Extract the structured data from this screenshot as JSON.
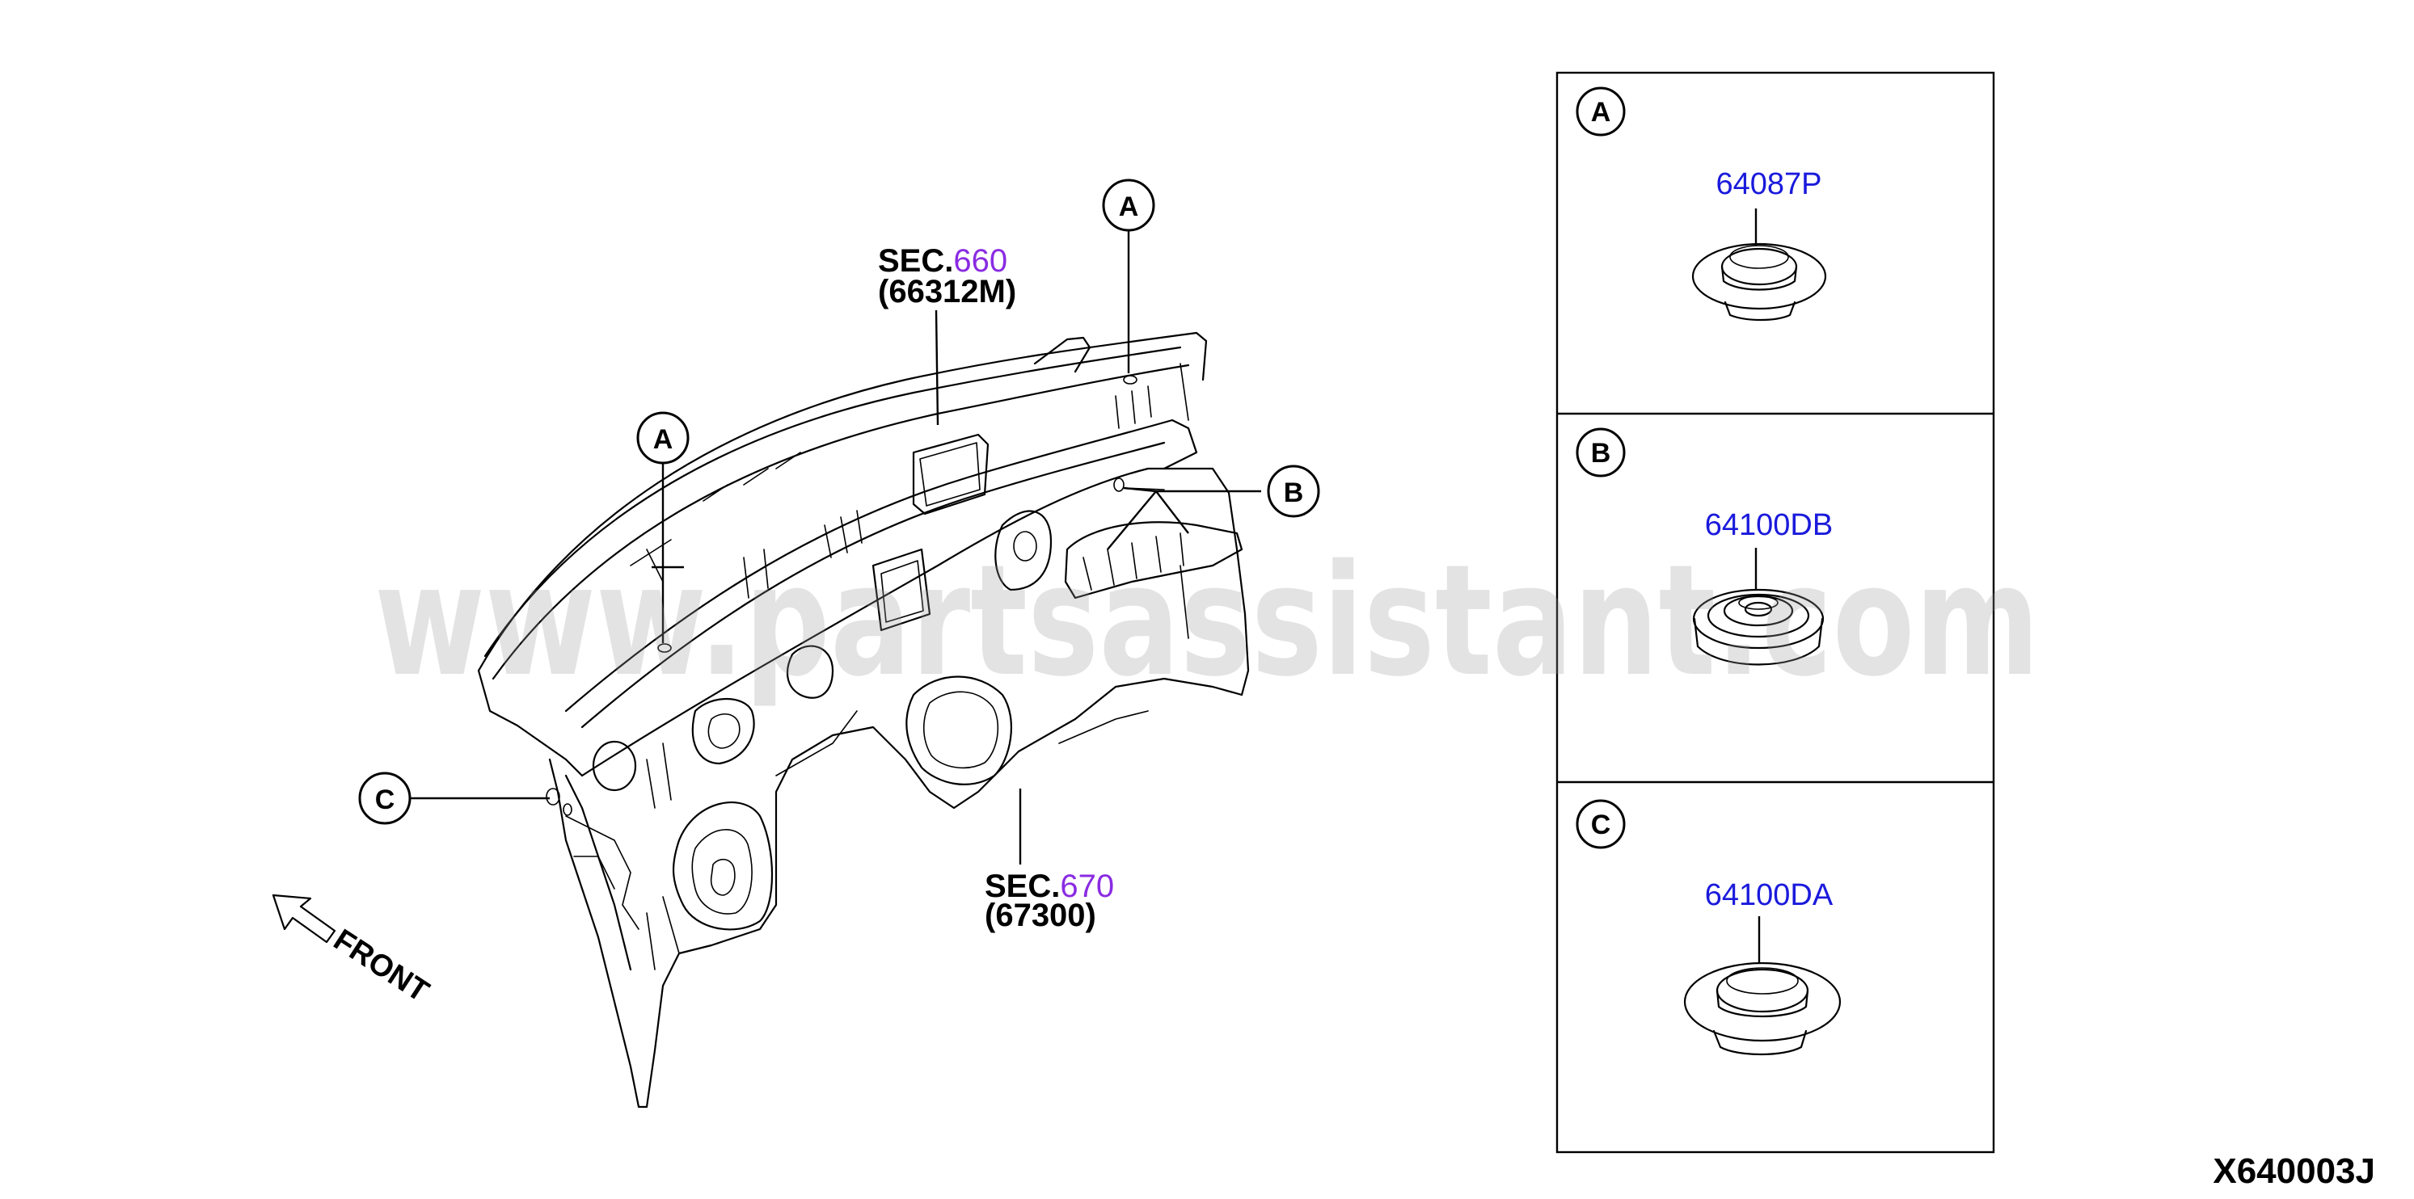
{
  "watermark": "www.partsassistant.com",
  "diagram_id": "X640003J",
  "front_label": "FRONT",
  "sections": [
    {
      "prefix": "SEC.",
      "number": "660",
      "part": "(66312M)"
    },
    {
      "prefix": "SEC.",
      "number": "670",
      "part": "(67300)"
    }
  ],
  "callouts": {
    "a_top": "A",
    "a_left": "A",
    "b": "B",
    "c": "C"
  },
  "panels": [
    {
      "letter": "A",
      "part_number": "64087P"
    },
    {
      "letter": "B",
      "part_number": "64100DB"
    },
    {
      "letter": "C",
      "part_number": "64100DA"
    }
  ],
  "colors": {
    "section_number": "#8a2be2",
    "part_number": "#1a1adc",
    "line": "#000000"
  }
}
